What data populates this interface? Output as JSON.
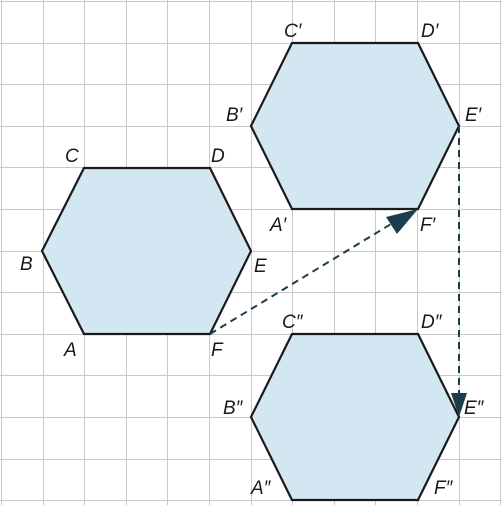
{
  "colors": {
    "grid": "#c9c9c9",
    "fill": "#d3e7f2",
    "outline": "#1a1a1a",
    "arrow": "#1c3d4c"
  },
  "hexagons": [
    {
      "name": "original",
      "labels": {
        "A": "A",
        "B": "B",
        "C": "C",
        "D": "D",
        "E": "E",
        "F": "F"
      }
    },
    {
      "name": "image-prime",
      "labels": {
        "A": "A′",
        "B": "B′",
        "C": "C′",
        "D": "D′",
        "E": "E′",
        "F": "F′"
      }
    },
    {
      "name": "image-double-prime",
      "labels": {
        "A": "A″",
        "B": "B″",
        "C": "C″",
        "D": "D″",
        "E": "E″",
        "F": "F″"
      }
    }
  ],
  "arrows": [
    {
      "name": "translation-arrow-f-to-f-prime",
      "from": "F",
      "to": "F′"
    },
    {
      "name": "translation-arrow-e-prime-to-e-double-prime",
      "from": "E′",
      "to": "E″"
    }
  ]
}
